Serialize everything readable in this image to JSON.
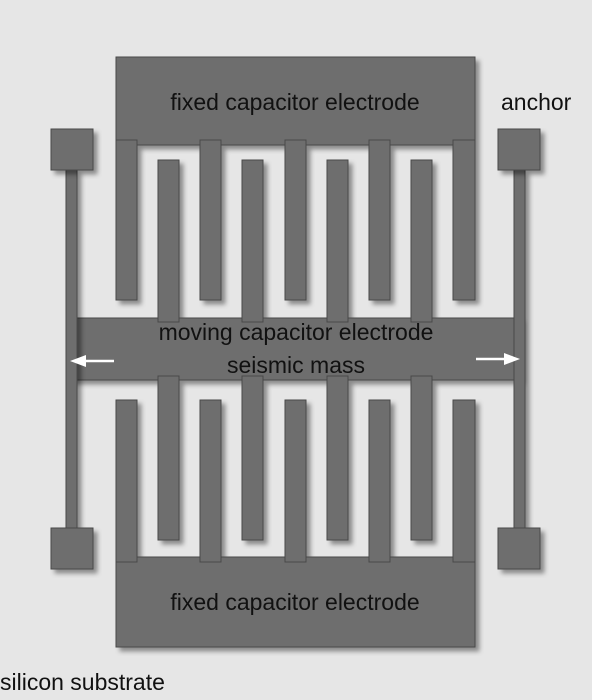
{
  "labels": {
    "fixed_top": "fixed capacitor electrode",
    "fixed_bottom": "fixed capacitor electrode",
    "anchor": "anchor",
    "moving": "moving capacitor electrode",
    "mass": "seismic mass",
    "substrate": "silicon substrate"
  },
  "colors": {
    "background": "#e6e6e6",
    "structure": "#6e6e6e",
    "outline": "#4a4a4a",
    "arrow": "#ffffff"
  }
}
